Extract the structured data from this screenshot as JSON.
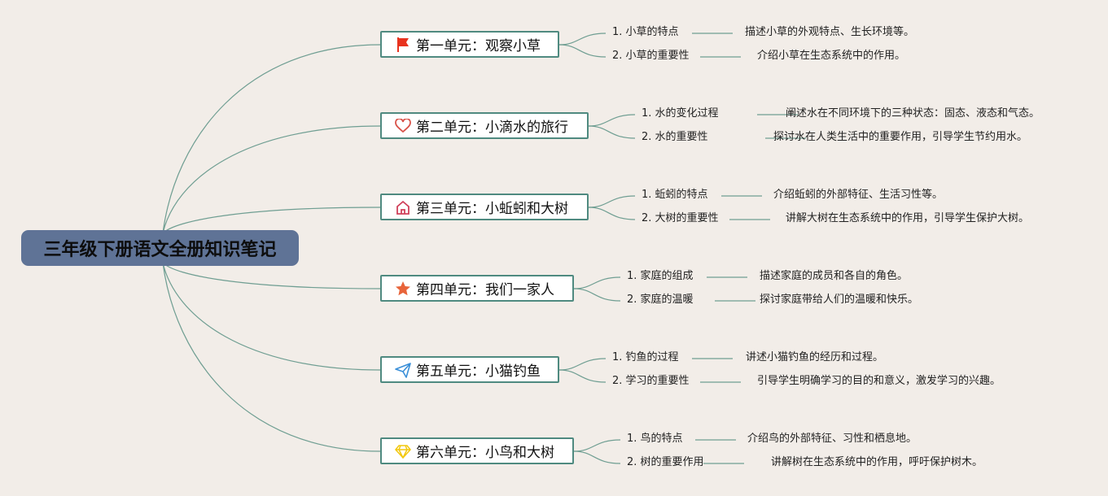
{
  "root": {
    "title": "三年级下册语文全册知识笔记"
  },
  "units": [
    {
      "icon": "flag-icon",
      "title": "第一单元：观察小草",
      "items": [
        {
          "label": "1. 小草的特点",
          "desc": "描述小草的外观特点、生长环境等。"
        },
        {
          "label": "2. 小草的重要性",
          "desc": "介绍小草在生态系统中的作用。"
        }
      ]
    },
    {
      "icon": "heart-icon",
      "title": "第二单元：小滴水的旅行",
      "items": [
        {
          "label": "1. 水的变化过程",
          "desc": "阐述水在不同环境下的三种状态：固态、液态和气态。"
        },
        {
          "label": "2. 水的重要性",
          "desc": "探讨水在人类生活中的重要作用，引导学生节约用水。"
        }
      ]
    },
    {
      "icon": "home-icon",
      "title": "第三单元：小蚯蚓和大树",
      "items": [
        {
          "label": "1. 蚯蚓的特点",
          "desc": "介绍蚯蚓的外部特征、生活习性等。"
        },
        {
          "label": "2. 大树的重要性",
          "desc": "讲解大树在生态系统中的作用，引导学生保护大树。"
        }
      ]
    },
    {
      "icon": "star-icon",
      "title": "第四单元：我们一家人",
      "items": [
        {
          "label": "1. 家庭的组成",
          "desc": "描述家庭的成员和各自的角色。"
        },
        {
          "label": "2. 家庭的温暖",
          "desc": "探讨家庭带给人们的温暖和快乐。"
        }
      ]
    },
    {
      "icon": "paper-plane-icon",
      "title": "第五单元：小猫钓鱼",
      "items": [
        {
          "label": "1. 钓鱼的过程",
          "desc": "讲述小猫钓鱼的经历和过程。"
        },
        {
          "label": "2. 学习的重要性",
          "desc": "引导学生明确学习的目的和意义，激发学习的兴趣。"
        }
      ]
    },
    {
      "icon": "diamond-icon",
      "title": "第六单元：小鸟和大树",
      "items": [
        {
          "label": "1. 鸟的特点",
          "desc": "介绍鸟的外部特征、习性和栖息地。"
        },
        {
          "label": "2. 树的重要作用",
          "desc": "讲解树在生态系统中的作用，呼吁保护树木。"
        }
      ]
    }
  ],
  "colors": {
    "line": "#6f9e92",
    "border": "#4f8a80",
    "root": "#5f7396"
  }
}
